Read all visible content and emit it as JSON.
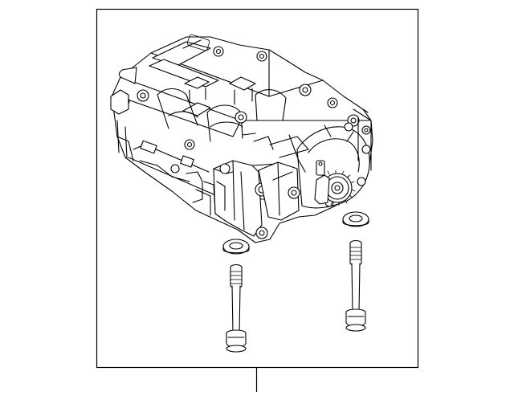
{
  "diagram": {
    "type": "exploded-parts-illustration",
    "parts": [
      {
        "id": "pump-assembly",
        "icon": "balance-shaft-oil-pump-icon"
      },
      {
        "id": "washer-left",
        "icon": "washer-icon"
      },
      {
        "id": "washer-right",
        "icon": "washer-icon"
      },
      {
        "id": "bolt-left",
        "icon": "bolt-icon"
      },
      {
        "id": "bolt-right",
        "icon": "bolt-icon"
      }
    ],
    "colors": {
      "line": "#000000",
      "background": "#ffffff"
    }
  }
}
